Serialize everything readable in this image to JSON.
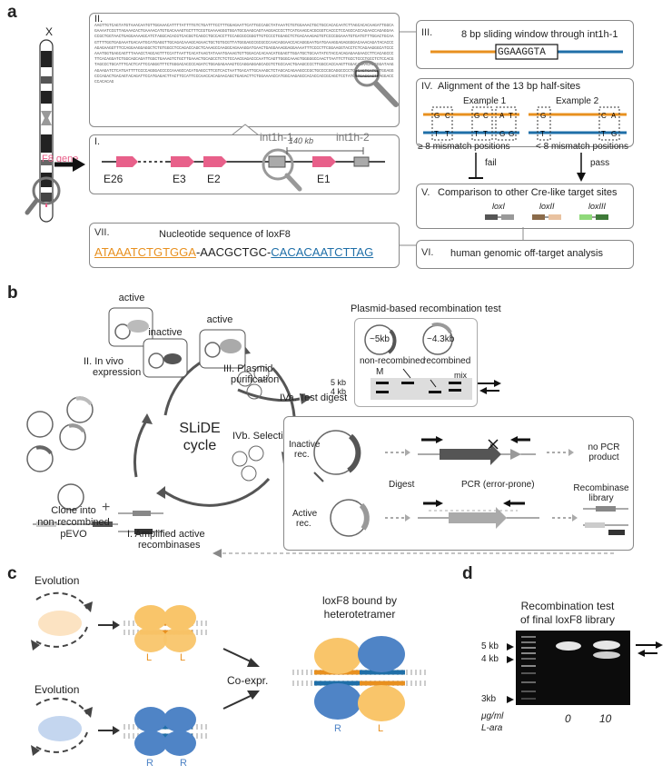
{
  "panels": {
    "a": "a",
    "b": "b",
    "c": "c",
    "d": "d"
  },
  "a": {
    "chromosome_label": "X",
    "f8_gene_label": "F8 gene",
    "box_I": {
      "roman": "I.",
      "exons": [
        "E26",
        "E3",
        "E2",
        "E1"
      ],
      "int1h1": "int1h-1",
      "int1h2": "int1h-2",
      "distance": "140 kb"
    },
    "box_II": {
      "roman": "II.",
      "sequence": "AAGTTGTCAGTATGTAAACAATGTTGGAAACATTTTATTTTGTCTGATTTCCTTTGGAGAATTCATTGCCAGCTATAAATCTGTGGAAACTGCTGCCACACAATCTTAGCACACAAGATTGGCAGAAAATCCGTTAGAAACACTGAAAACATGTGACAAAGTGCTTTCCGTGAAAAGGGTGGATGCGAAGCAGTAAGGACCCCTTCATGAAGCACGCGGTCACCCTCCAGCCACCAGAACCAGAGGAACCGCTGGTAACTGAGGAAAAGCATCTAGGCACACGTCACGGTCAGCCTGCCACCTTCCAGCGCCGGGTTGTCCCCTGGAGCTCTGACAAAGAGTGTCCCCGGAAATGTGATGTTTGGACTGCAAGTTTTGGTGAGAAATGACAATGCATGAGGTTGCAGACAAAGCAGAACTGCTGTGCGTTATGGGAGCCGCGCCCAACAGGAACCACAGGGAATGATGAAAGGAGAGGGGACAAACAGATACACCCAGAGAAGGTTTCCAGGAAGGAGGCTCTGTGGCCTCCAGACCAGCTCAAAGCCAAGGCAGAAAGGATGAACTGAGGAAAGGAGGAAAATTTCCCCTTCGGAAGGTACCTCTCAGAAGGGCATCCCAAATGGTGAGCAGTTTAAACCTAGCAGTTTCCATTAATTCACATAAGTATAAATGAAAGTGTTGGACACACAACATGGAGTTGGATGCTGCAATATGTACCACAGAGAAGAACCTTCACAGCCCTTCACAGGATCTGGCAGCAGATTGGCTGAAAGTCTGCTTGAAACTGCAGCCTCTCTCCAACGAGACCCAATTCAGTTGGGCAAAGTGGGGGCCAACTTAATTCTTGCCTCCCTGCCTCTCCACGTAGCCCTGCATTTCACTCATTCCAGGGTTTCTGGGACACCCCAGATCTGGAGAGAAAGTCCAGGAGGAGCACGTCTGCCAACTGAAGCCCCTTGGCCACCAAGTTGGACAGAAGAGGGGATAAGAGAAGATCTCATGATTTTCCCCAGGGACCCCCAAAGCCACATGAGCCTTCGTCACTAATTGACATTGCAAAGCTCTAGCACAGAAGCCCGCTGCCCCGCAGGCCCCTGTCAGTGATGATGGAGGCCCAGACTGACAGTACAGATTCCATGAGACTTACTTCCATTCCCAACCACAGAACAGCTGAGACTTCTGGAAAACCATGGCAAGAGCCACACCACCGCAGCTCCTATGCTGAGCAGTGAGGACCCCACACAG"
    },
    "box_III": {
      "roman": "III.",
      "title": "8 bp sliding window through int1h-1",
      "window": "GGAAGGTA"
    },
    "box_IV": {
      "roman": "IV.",
      "title": "Alignment of the 13 bp half-sites",
      "example1": "Example 1",
      "example2": "Example 2",
      "top1": "G C A G C A T",
      "bot1": "T T G T T G G",
      "top2": "G C C A T",
      "bot2": "T C T G G"
    },
    "mismatch_high": "≥ 8 mismatch positions",
    "mismatch_low": "< 8 mismatch positions",
    "fail": "fail",
    "pass": "pass",
    "box_V": {
      "roman": "V.",
      "title": "Comparison to other Cre-like target sites",
      "sites": [
        "loxI",
        "loxII",
        "loxIII"
      ],
      "site_colors": [
        "#8a8a8a",
        "#8b6b4a",
        "#6bbf59"
      ]
    },
    "box_VI": {
      "roman": "VI.",
      "title": "human genomic off-target analysis"
    },
    "box_VII": {
      "roman": "VII.",
      "title": "Nucleotide sequence of loxF8",
      "seq_left": "ATAAATCTGTGGA",
      "seq_mid": "-AACGCTGC-",
      "seq_right": "CACACAATCTTAG"
    },
    "colors": {
      "orange": "#e8901f",
      "blue": "#1f6fa8",
      "pink": "#e8608a"
    }
  },
  "b": {
    "cycle_title": "SLiDE\ncycle",
    "cycle_title_1": "SLiDE",
    "cycle_title_2": "cycle",
    "active1": "active",
    "active2": "active",
    "inactive": "inactive",
    "step2": "II. In vivo\nexpression",
    "step2_1": "II. In vivo",
    "step2_2": "expression",
    "step3": "III. Plasmid",
    "step3_2": "purification",
    "step4a": "IVa. Test digest",
    "step4b": "IVb. Selection",
    "step1": "I. Amplified active",
    "step1_2": "recombinases",
    "clone": "Clone into",
    "clone_2": "non-recombined",
    "clone_3": "pEVO",
    "plasmid_test": "Plasmid-based recombination test",
    "size_5kb": "~5kb",
    "size_4kb": "~4.3kb",
    "nonrec": "non-recombined",
    "rec": "recombined",
    "gel_M": "M",
    "gel_mix": "mix",
    "gel_5kb": "5 kb",
    "gel_4kb": "4 kb",
    "inactive_rec": "Inactive",
    "inactive_rec_2": "rec.",
    "active_rec": "Active",
    "active_rec_2": "rec.",
    "digest": "Digest",
    "pcr": "PCR (error-prone)",
    "no_pcr": "no PCR",
    "no_pcr_2": "product",
    "library": "Recombinase",
    "library_2": "library"
  },
  "c": {
    "evolution1": "Evolution",
    "evolution2": "Evolution",
    "coexpr": "Co-expr.",
    "bound_title_1": "loxF8 bound by",
    "bound_title_2": "heterotetramer",
    "L": "L",
    "R": "R"
  },
  "d": {
    "title_1": "Recombination test",
    "title_2": "of final loxF8 library",
    "ladder": [
      "5 kb",
      "4 kb",
      "3kb"
    ],
    "ara_label_1": "μg/ml",
    "ara_label_2": "L-ara",
    "lanes": [
      "0",
      "10"
    ]
  }
}
